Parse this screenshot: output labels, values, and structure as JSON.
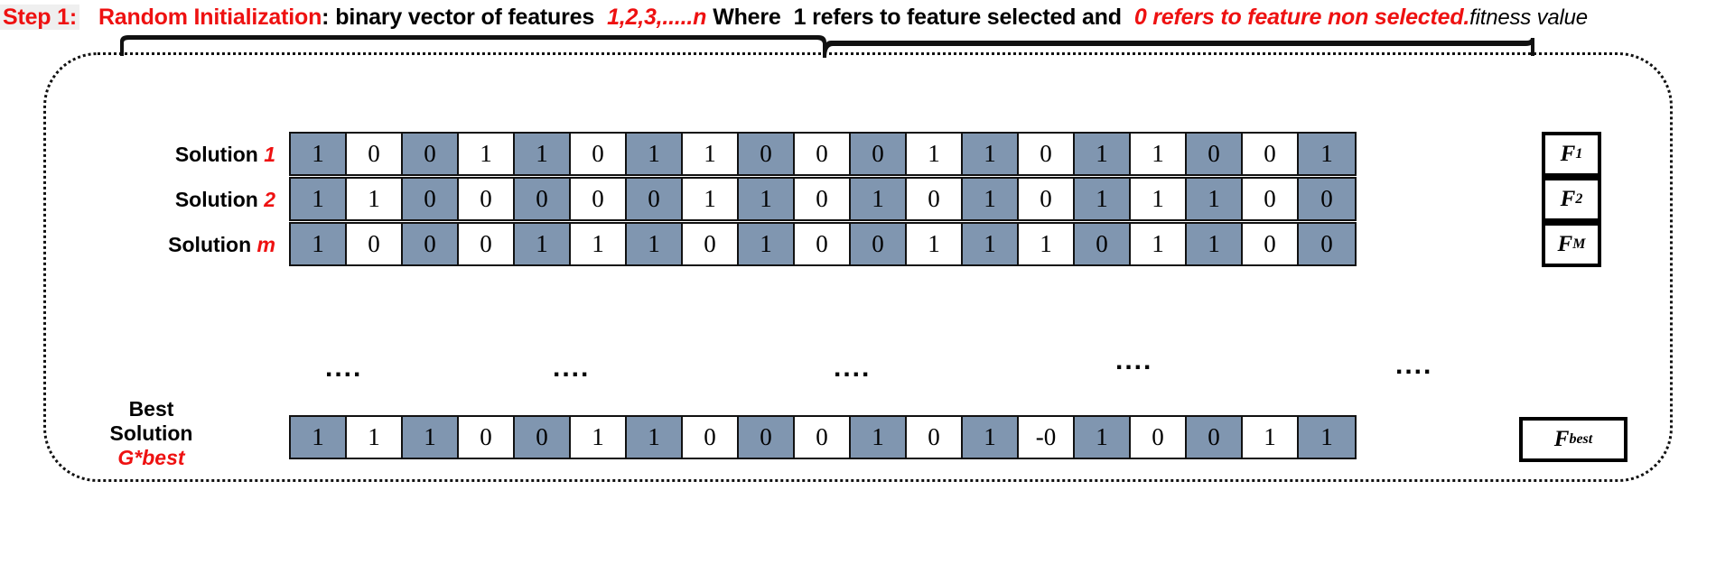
{
  "header": {
    "step_label": "Step 1:",
    "seg_random_init": "Random Initialization",
    "seg_colon": ":",
    "seg_binary_vector": "binary vector of features",
    "seg_features_range": "1,2,3,.....n",
    "seg_where": "Where",
    "seg_one_refers": "1 refers to feature  selected and",
    "seg_zero_refers": "0 refers to feature non selected.",
    "seg_fitness_value": "fitness value"
  },
  "matrix": {
    "column_count": 19,
    "colors": {
      "selected_cell_bg": "#8096b0",
      "unselected_cell_bg": "#ffffff",
      "accent_red": "#ee1111",
      "border": "#111111"
    },
    "rows": [
      {
        "label_prefix": "Solution",
        "label_index": "1",
        "values": [
          "1",
          "0",
          "0",
          "1",
          "1",
          "0",
          "1",
          "1",
          "0",
          "0",
          "0",
          "1",
          "1",
          "0",
          "1",
          "1",
          "0",
          "0",
          "1"
        ],
        "shaded": [
          true,
          false,
          true,
          false,
          true,
          false,
          true,
          false,
          true,
          false,
          true,
          false,
          true,
          false,
          true,
          false,
          true,
          false,
          true
        ],
        "fitness": "F",
        "fitness_sub": "1"
      },
      {
        "label_prefix": "Solution",
        "label_index": "2",
        "values": [
          "1",
          "1",
          "0",
          "0",
          "0",
          "0",
          "0",
          "1",
          "1",
          "0",
          "1",
          "0",
          "1",
          "0",
          "1",
          "1",
          "1",
          "0",
          "0"
        ],
        "shaded": [
          true,
          false,
          true,
          false,
          true,
          false,
          true,
          false,
          true,
          false,
          true,
          false,
          true,
          false,
          true,
          false,
          true,
          false,
          true
        ],
        "fitness": "F",
        "fitness_sub": "2"
      },
      {
        "label_prefix": "Solution",
        "label_index": "m",
        "values": [
          "1",
          "0",
          "0",
          "0",
          "1",
          "1",
          "1",
          "0",
          "1",
          "0",
          "0",
          "1",
          "1",
          "1",
          "0",
          "1",
          "1",
          "0",
          "0"
        ],
        "shaded": [
          true,
          false,
          true,
          false,
          true,
          false,
          true,
          false,
          true,
          false,
          true,
          false,
          true,
          false,
          true,
          false,
          true,
          false,
          true
        ],
        "fitness": "F",
        "fitness_sub": "M"
      }
    ],
    "ellipsis": [
      "....",
      "....",
      "....",
      "....",
      "...."
    ],
    "best_row": {
      "label_line1": "Best",
      "label_line2": "Solution",
      "label_line3": "G*best",
      "values": [
        "1",
        "1",
        "1",
        "0",
        "0",
        "1",
        "1",
        "0",
        "0",
        "0",
        "1",
        "0",
        "1",
        "-0",
        "1",
        "0",
        "0",
        "1",
        "1"
      ],
      "shaded": [
        true,
        false,
        true,
        false,
        true,
        false,
        true,
        false,
        true,
        false,
        true,
        false,
        true,
        false,
        true,
        false,
        true,
        false,
        true
      ],
      "fitness": "F",
      "fitness_sub": "best"
    }
  }
}
